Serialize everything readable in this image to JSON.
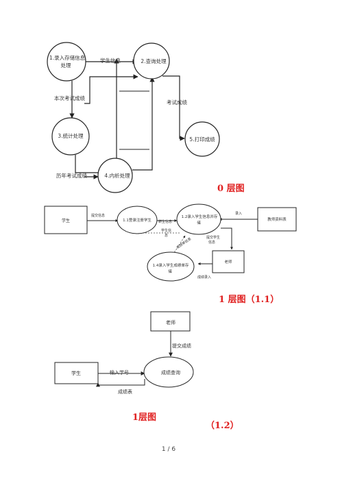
{
  "diagram0": {
    "nodes": {
      "n1": "1.录入存储信息处理",
      "n1_line1": "1.录入存储信息",
      "n1_line2": "处理",
      "n2": "2.查询处理",
      "n3": "3.统计处理",
      "n4": "4.内析处理",
      "n5": "5.打印成绩"
    },
    "flows": {
      "student_info": "学生信息",
      "this_exam": "本次考试成绩",
      "exam_score": "考试成绩",
      "past_years": "历年考试成绩"
    },
    "caption": "0 层图"
  },
  "diagram11": {
    "entities": {
      "student": "学生",
      "admin": "教师资料表",
      "teacher": "老师"
    },
    "processes": {
      "p1": "1.1登录注册学生",
      "p2_line1": "1.2录入学生信息并存",
      "p2_line2": "储",
      "p4_line1": "1.4录入学生成绩单存",
      "p4_line2": "储"
    },
    "flows": {
      "submit": "提交信息",
      "reg": "新生信息",
      "input": "录入",
      "info_a": "学生信",
      "info_b": "息",
      "submit_stu_a": "提交学生",
      "submit_stu_b": "信息",
      "score_diag": "成绩单信息",
      "score_entry": "成绩录入"
    },
    "caption": "1 层图（1.1）"
  },
  "diagram12": {
    "teacher": "老师",
    "submit_score": "提交成绩",
    "student": "学生",
    "input_id": "输入学号",
    "query": "成绩查询",
    "score_table": "成绩表",
    "caption_a": "1层图",
    "caption_b": "（1.2）"
  },
  "footer": {
    "page": "1 / 6"
  }
}
